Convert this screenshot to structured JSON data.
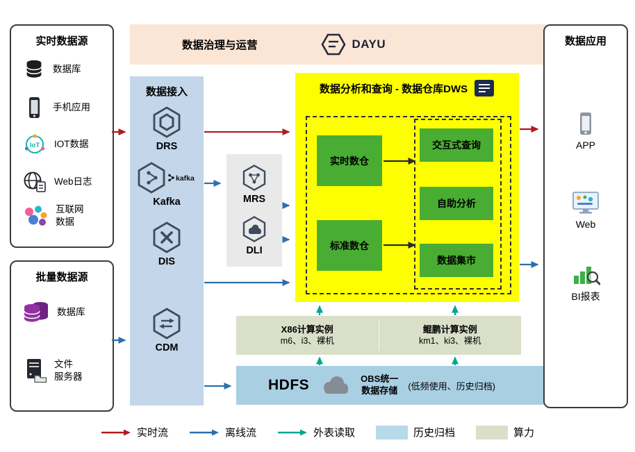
{
  "banner": {
    "title": "数据治理与运营",
    "logo": "DAYU"
  },
  "realtime_sources": {
    "title": "实时数据源",
    "items": [
      {
        "label": "数据库",
        "icon": "database-icon"
      },
      {
        "label": "手机应用",
        "icon": "mobile-app-icon"
      },
      {
        "label": "IOT数据",
        "icon": "iot-icon"
      },
      {
        "label": "Web日志",
        "icon": "web-log-icon"
      },
      {
        "label": "互联网\n数据",
        "icon": "internet-data-icon"
      }
    ]
  },
  "batch_sources": {
    "title": "批量数据源",
    "items": [
      {
        "label": "数据库",
        "icon": "purple-database-icon"
      },
      {
        "label": "文件\n服务器",
        "icon": "file-server-icon"
      }
    ]
  },
  "ingestion": {
    "title": "数据接入",
    "services": [
      {
        "label": "DRS",
        "icon": "drs-icon"
      },
      {
        "label": "Kafka",
        "icon": "kafka-icon",
        "brand": "kafka"
      },
      {
        "label": "DIS",
        "icon": "dis-icon"
      },
      {
        "label": "CDM",
        "icon": "cdm-icon"
      }
    ]
  },
  "processing": {
    "services": [
      {
        "label": "MRS",
        "icon": "mrs-icon"
      },
      {
        "label": "DLI",
        "icon": "dli-icon"
      }
    ]
  },
  "dws": {
    "title": "数据分析和查询 - 数据仓库DWS",
    "warehouses": [
      {
        "label": "实时数仓"
      },
      {
        "label": "标准数仓"
      }
    ],
    "services": [
      {
        "label": "交互式查询"
      },
      {
        "label": "自助分析"
      },
      {
        "label": "数据集市"
      }
    ]
  },
  "compute": {
    "x86": {
      "title": "X86计算实例",
      "spec": "m6、i3、裸机"
    },
    "kunpeng": {
      "title": "鲲鹏计算实例",
      "spec": "km1、ki3、裸机"
    }
  },
  "storage": {
    "hdfs": "HDFS",
    "obs": "OBS统一\n数据存储",
    "note": "(低频使用、历史归档)"
  },
  "applications": {
    "title": "数据应用",
    "items": [
      {
        "label": "APP",
        "icon": "app-icon"
      },
      {
        "label": "Web",
        "icon": "web-browser-icon"
      },
      {
        "label": "BI报表",
        "icon": "bi-report-icon"
      }
    ]
  },
  "legend": {
    "items": [
      {
        "label": "实时流",
        "kind": "arrow",
        "color": "#b01a20"
      },
      {
        "label": "离线流",
        "kind": "arrow",
        "color": "#2c6fad"
      },
      {
        "label": "外表读取",
        "kind": "arrow",
        "color": "#00a693"
      },
      {
        "label": "历史归档",
        "kind": "swatch",
        "color": "#b7d9e9"
      },
      {
        "label": "算力",
        "kind": "swatch",
        "color": "#d9dfc9"
      }
    ]
  }
}
